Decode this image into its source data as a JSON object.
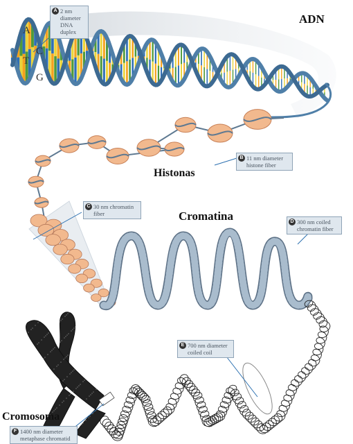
{
  "titles": {
    "adn": "ADN",
    "histonas": "Histonas",
    "cromatina": "Cromatina",
    "cromosoma": "Cromosoma"
  },
  "bases": [
    "A",
    "T",
    "C",
    "G"
  ],
  "callouts": [
    {
      "letter": "A",
      "line1": "2 nm",
      "line2": "diameter",
      "line3": "DNA",
      "line4": "duplex"
    },
    {
      "letter": "B",
      "line1": "11 nm diameter",
      "line2": "histone fiber"
    },
    {
      "letter": "C",
      "line1": "30 nm chromatin",
      "line2": "fiber"
    },
    {
      "letter": "D",
      "line1": "300 nm coiled",
      "line2": "chromatin fiber"
    },
    {
      "letter": "E",
      "line1": "700 nm diameter",
      "line2": "coiled coil"
    },
    {
      "letter": "F",
      "line1": "1400 nm diameter",
      "line2": "metaphase chromatid"
    }
  ],
  "colors": {
    "backbone": "#4f7fa8",
    "orange": "#f4a21e",
    "green": "#4f9a3a",
    "blue": "#2f6fb5",
    "yellow": "#e9d43a",
    "nucleosome": "#f2b98e",
    "fiber": "#9eb3c8",
    "chromosome": "#222222",
    "callout_bg": "#dfe7ee"
  }
}
